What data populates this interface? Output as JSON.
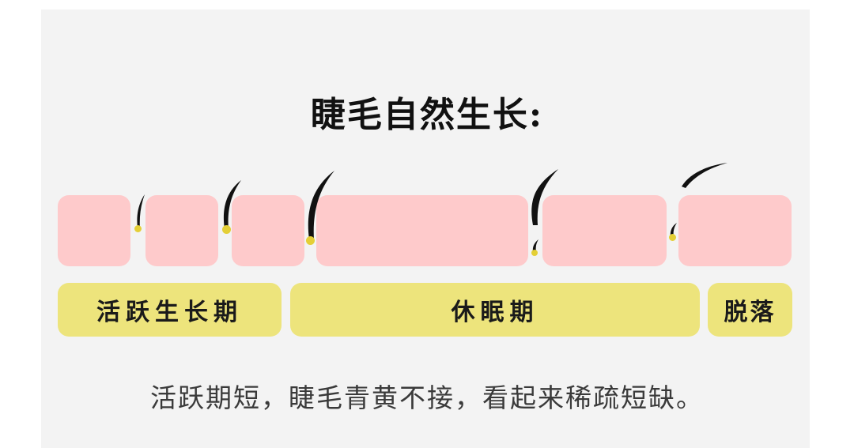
{
  "title": "睫毛自然生长:",
  "stages": [
    {
      "label": "活跃生长期"
    },
    {
      "label": "休眠期"
    },
    {
      "label": "脱落"
    }
  ],
  "caption": "活跃期短，睫毛青黄不接，看起来稀疏短缺。",
  "colors": {
    "background": "#f3f3f3",
    "skin_block": "#fecacb",
    "stage_bar": "#ede47c",
    "follicle": "#e4cf36",
    "lash": "#111111"
  }
}
